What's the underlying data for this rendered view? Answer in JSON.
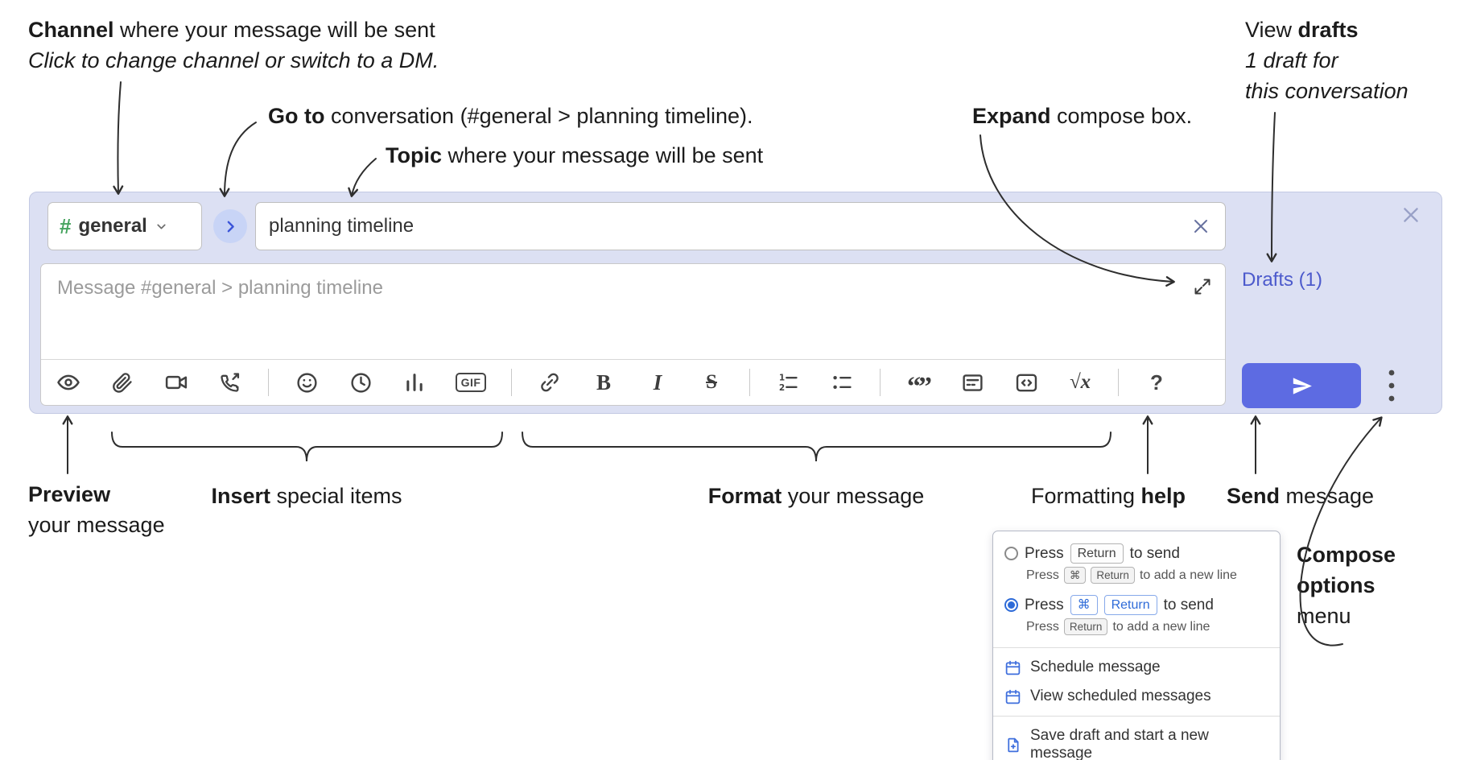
{
  "annotations": {
    "channel": {
      "bold": "Channel",
      "rest": " where your message will be sent",
      "sub": "Click to change channel or switch to a DM."
    },
    "goto": {
      "bold": "Go to",
      "rest": " conversation (#general > planning timeline)."
    },
    "topic": {
      "bold": "Topic",
      "rest": " where your message will be sent"
    },
    "view_drafts": {
      "pre": "View ",
      "bold": "drafts",
      "sub1": "1 draft for",
      "sub2": "this conversation"
    },
    "expand": {
      "bold": "Expand",
      "rest": " compose box."
    },
    "preview": {
      "bold": "Preview",
      "sub": "your message"
    },
    "insert": {
      "bold": "Insert",
      "rest": " special items"
    },
    "format": {
      "bold": "Format",
      "rest": " your message"
    },
    "help": {
      "pre": "Formatting ",
      "bold": "help"
    },
    "send": {
      "bold": "Send",
      "rest": " message"
    },
    "options": {
      "bold1": "Compose",
      "bold2": "options",
      "rest": "menu"
    }
  },
  "compose": {
    "hash": "#",
    "channel_name": "general",
    "topic_value": "planning timeline",
    "message_placeholder": "Message #general > planning timeline",
    "drafts_link": "Drafts (1)"
  },
  "toolbar": {
    "gif": "GIF",
    "bold": "B",
    "italic": "I",
    "strike": "S",
    "quote": "“”",
    "math": "√x",
    "help": "?",
    "icons": [
      "eye",
      "paperclip",
      "video-camera",
      "phone-call",
      "smiley",
      "clock",
      "bar-chart",
      "gif",
      "link",
      "bold",
      "italic",
      "strikethrough",
      "numbered-list",
      "bulleted-list",
      "quote",
      "spoiler",
      "code",
      "math",
      "question-mark"
    ]
  },
  "menu": {
    "opt1": {
      "pre": "Press",
      "key1": "Return",
      "post": "to send",
      "sub_pre": "Press",
      "sub_key1": "⌘",
      "sub_key2": "Return",
      "sub_post": "to add a new line"
    },
    "opt2": {
      "pre": "Press",
      "key1": "⌘",
      "key2": "Return",
      "post": "to send",
      "sub_pre": "Press",
      "sub_key1": "Return",
      "sub_post": "to add a new line"
    },
    "schedule": "Schedule message",
    "view_scheduled": "View scheduled messages",
    "save_draft": "Save draft and start a new message"
  },
  "colors": {
    "compose_bg": "#dce0f3",
    "send_blue": "#5d6be2",
    "link_blue": "#4c5acc",
    "selection_blue": "#2e6bd8",
    "hash_green": "#46a35e"
  }
}
